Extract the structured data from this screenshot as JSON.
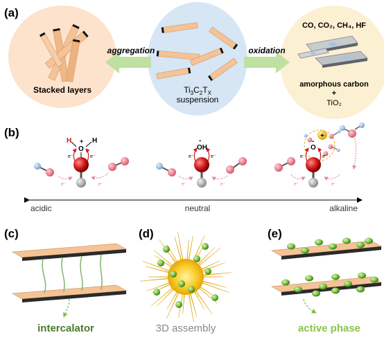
{
  "panels": {
    "a": {
      "label": "(a)",
      "left_caption": "Stacked layers",
      "arrow_left": "aggregation",
      "arrow_right": "oxidation",
      "center_caption_line2": "suspension",
      "right_gases": "CO, CO₂, CH₄, HF",
      "right_line1": "amorphous carbon",
      "right_line2": "+",
      "right_line3": "TiO₂"
    },
    "b": {
      "label": "(b)",
      "axis_left": "acidic",
      "axis_mid": "neutral",
      "axis_right": "alkaline"
    },
    "c": {
      "label": "(c)",
      "caption": "intercalator"
    },
    "d": {
      "label": "(d)",
      "caption": "3D assembly"
    },
    "e": {
      "label": "(e)",
      "caption": "active phase"
    }
  },
  "colors": {
    "sheet": "#f5c396",
    "bubble_left": "#fde2cc",
    "bubble_mid": "#d6e6f4",
    "bubble_right": "#fcf0d2",
    "arrow_green": "#bfe0a0",
    "o_atom": "#cc1a1a",
    "ti_atom": "#b8b8b8",
    "water_o": "#e87b8a",
    "water_h": "#a4c4e8",
    "green_ball": "#7cc243",
    "yellow": "#f7c626"
  }
}
